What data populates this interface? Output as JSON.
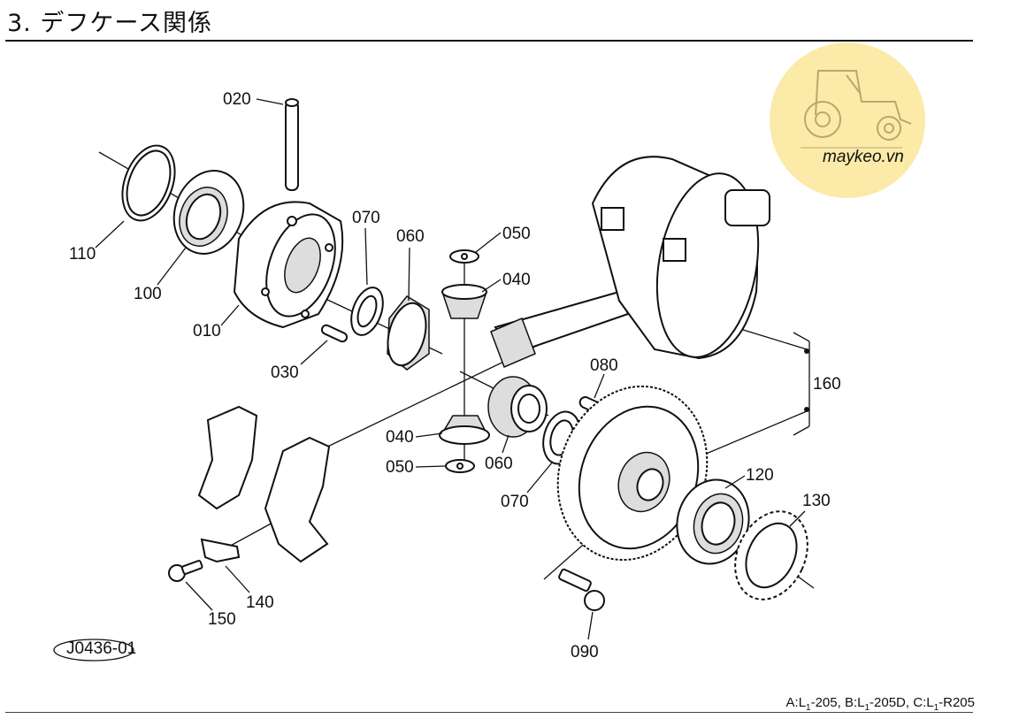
{
  "title": "3. デフケース関係",
  "model_note": {
    "a_prefix": "A:L",
    "a_sub": "1",
    "a_suffix": "-205, ",
    "b_prefix": "B:L",
    "b_sub": "1",
    "b_suffix": "-205D, ",
    "c_prefix": "C:L",
    "c_sub": "1",
    "c_suffix": "-R205"
  },
  "diagram_ref": "J0436-01",
  "watermark": {
    "text": "maykeo.vn",
    "color": "#fbeaa8"
  },
  "callouts": {
    "p020": "020",
    "p110": "110",
    "p100": "100",
    "p010": "010",
    "p030": "030",
    "p070a": "070",
    "p060a": "060",
    "p050a": "050",
    "p040a": "040",
    "p080": "080",
    "p160": "160",
    "p040b": "040",
    "p050b": "050",
    "p060b": "060",
    "p070b": "070",
    "p120": "120",
    "p130": "130",
    "p140": "140",
    "p150": "150",
    "p090": "090"
  }
}
